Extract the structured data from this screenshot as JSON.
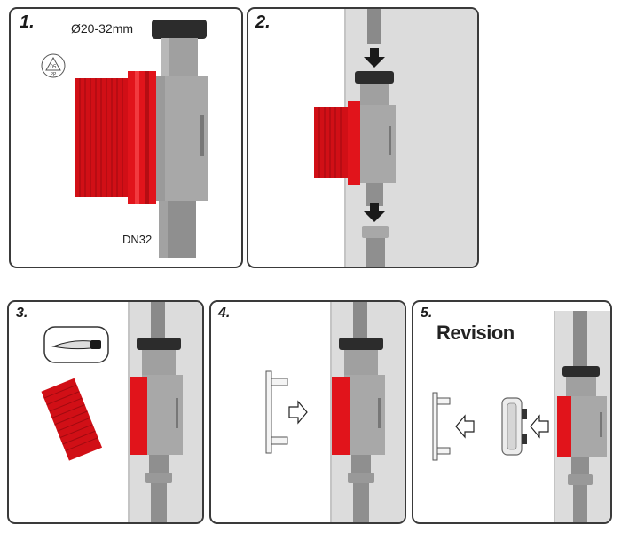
{
  "steps": [
    {
      "number": "1.",
      "diameter_label": "Ø20-32mm",
      "recycle_code": "05",
      "recycle_material": "PP",
      "outlet_label": "DN32"
    },
    {
      "number": "2."
    },
    {
      "number": "3."
    },
    {
      "number": "4."
    },
    {
      "number": "5.",
      "title": "Revision"
    }
  ],
  "colors": {
    "trap_red": "#e1141b",
    "body_grey": "#a8a8a8",
    "pipe_grey": "#8f8f8f",
    "cap_black": "#2c2c2c",
    "wall_grey": "#dcdcdc",
    "frame": "#3a3a3a"
  },
  "icons": [
    "recycle-pp-icon",
    "down-arrow-icon",
    "knife-icon",
    "right-arrow-icon",
    "left-arrow-icon"
  ]
}
